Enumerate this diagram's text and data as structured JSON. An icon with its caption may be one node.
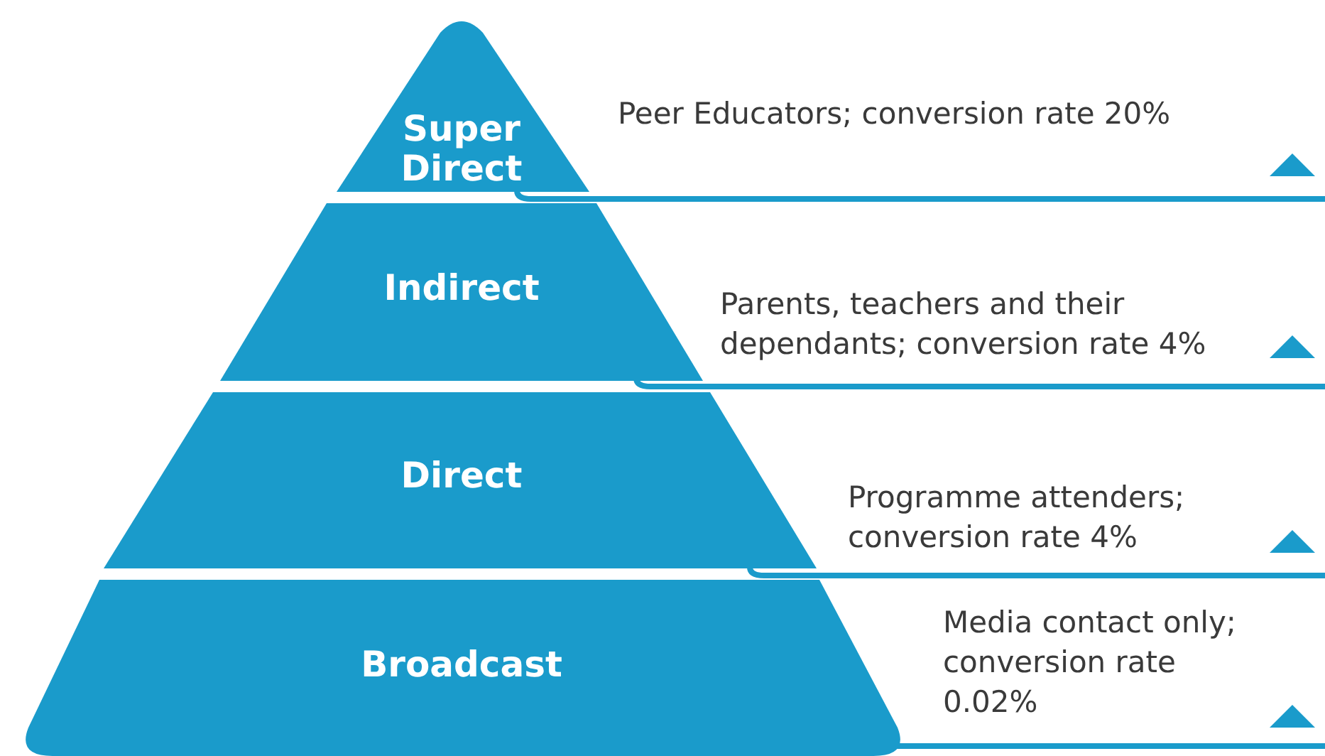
{
  "diagram": {
    "nodes": [
      {
        "text": [
          "Super Direct"
        ],
        "beside": [
          "Peer Educators; conversion rate 20%"
        ]
      },
      {
        "text": [
          "Indirect"
        ],
        "beside": [
          "Parents, teachers and their dependants; conversion rate 4%"
        ]
      },
      {
        "text": [
          "Direct"
        ],
        "beside": [
          "Programme attenders; conversion rate 4%"
        ]
      },
      {
        "text": [
          "Broadcast"
        ],
        "beside": [
          "Media contact only; conversion rate 0.02%"
        ]
      }
    ]
  }
}
